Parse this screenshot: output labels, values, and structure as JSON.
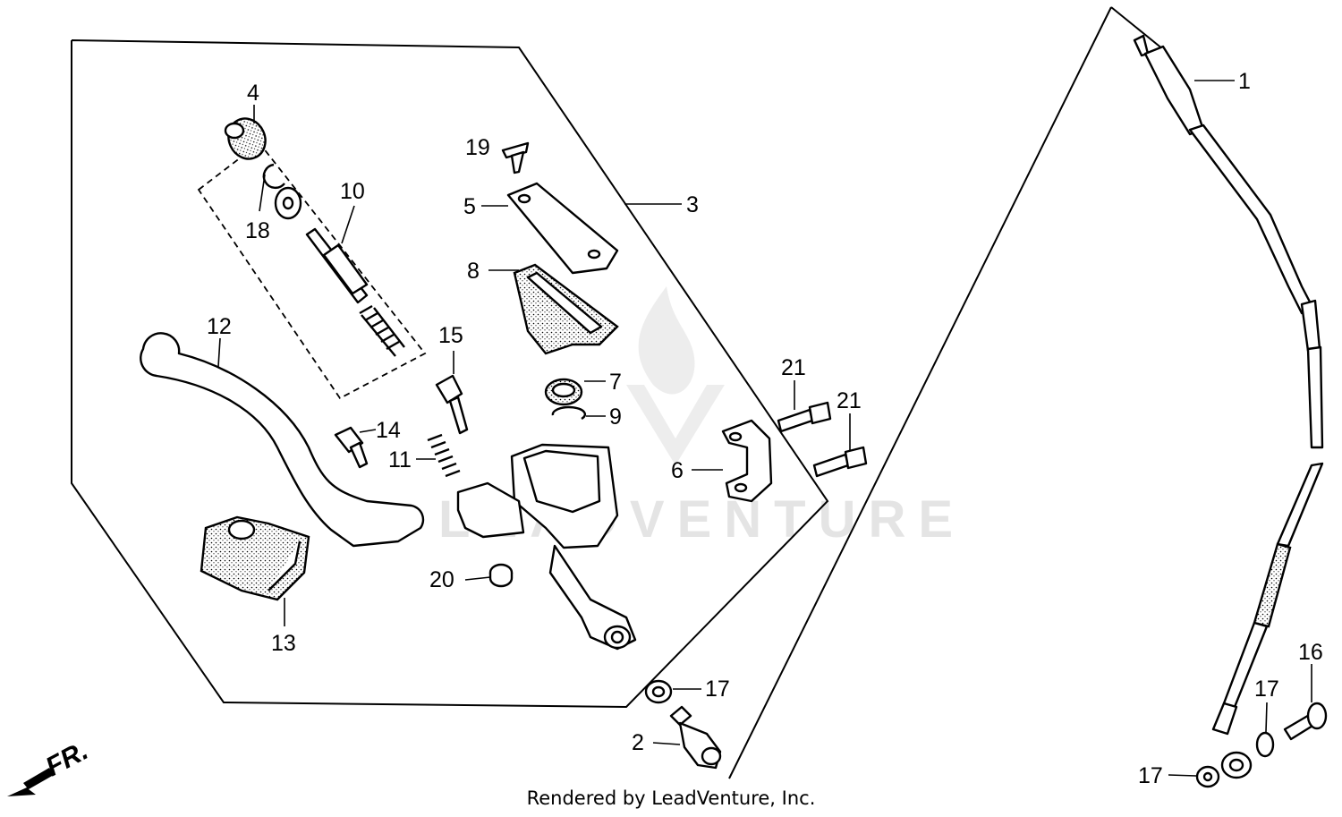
{
  "callouts": {
    "c1": "1",
    "c2": "2",
    "c3": "3",
    "c4": "4",
    "c5": "5",
    "c6": "6",
    "c7": "7",
    "c8": "8",
    "c9": "9",
    "c10": "10",
    "c11": "11",
    "c12": "12",
    "c13": "13",
    "c14": "14",
    "c15": "15",
    "c16": "16",
    "c17a": "17",
    "c17b": "17",
    "c17c": "17",
    "c18": "18",
    "c19": "19",
    "c20": "20",
    "c21a": "21",
    "c21b": "21"
  },
  "direction_label": "FR.",
  "watermark_text": "LEADVENTURE",
  "credit": "Rendered by LeadVenture, Inc."
}
